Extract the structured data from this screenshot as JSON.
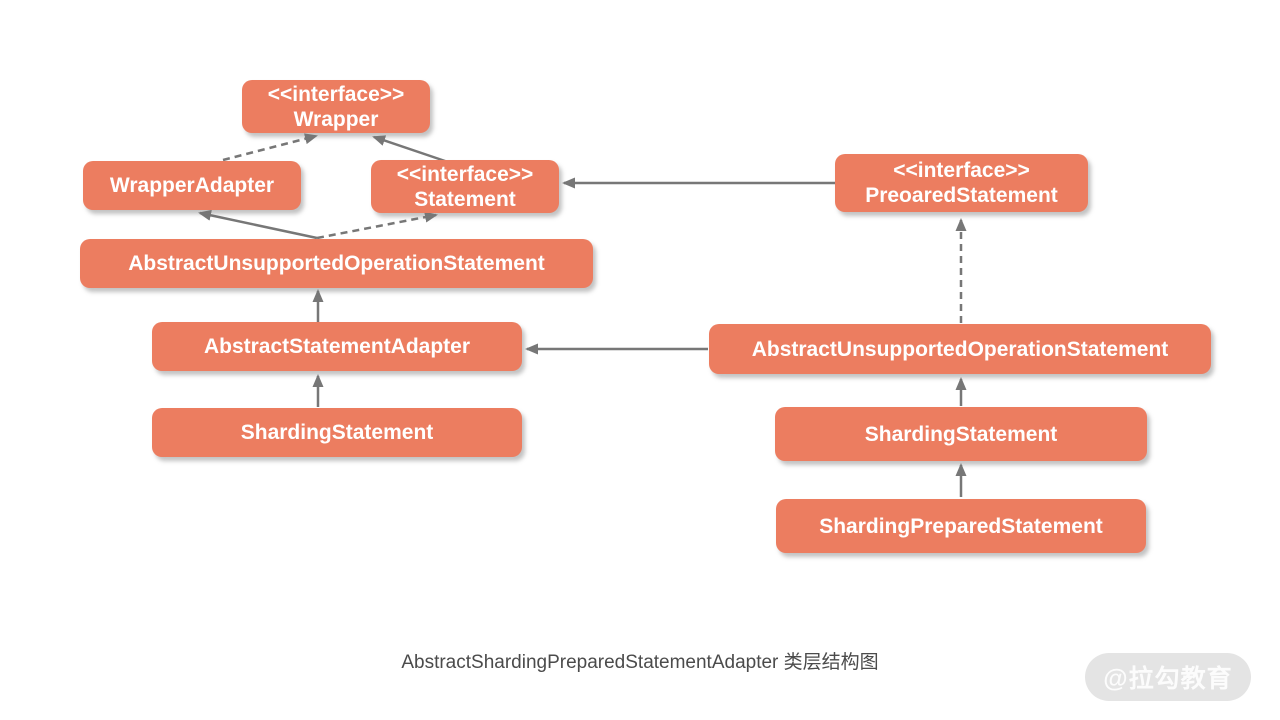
{
  "diagram": {
    "caption": "AbstractShardingPreparedStatementAdapter 类层结构图",
    "watermark": "@拉勾教育",
    "colors": {
      "node_fill": "#ec7d60",
      "node_text": "#ffffff",
      "edge_stroke": "#777777",
      "caption_text": "#4b4b4b",
      "watermark_bg": "#e4e4e4",
      "watermark_text": "#fcfcfc"
    },
    "nodes": [
      {
        "stereotype": "<<interface>>",
        "name": "Wrapper"
      },
      {
        "name": "WrapperAdapter"
      },
      {
        "stereotype": "<<interface>>",
        "name": "Statement"
      },
      {
        "stereotype": "<<interface>>",
        "name": "PreoaredStatement"
      },
      {
        "name": "AbstractUnsupportedOperationStatement"
      },
      {
        "name": "AbstractStatementAdapter"
      },
      {
        "name": "AbstractUnsupportedOperationStatement"
      },
      {
        "name": "ShardingStatement"
      },
      {
        "name": "ShardingStatement"
      },
      {
        "name": "ShardingPreparedStatement"
      }
    ],
    "edges": [
      {
        "from": "WrapperAdapter",
        "to": "Wrapper",
        "style": "dashed",
        "kind": "realization"
      },
      {
        "from": "Statement",
        "to": "Wrapper",
        "style": "solid",
        "kind": "generalization"
      },
      {
        "from": "PreoaredStatement",
        "to": "Statement",
        "style": "solid",
        "kind": "generalization"
      },
      {
        "from": "AbstractUnsupportedOperationStatement (left)",
        "to": "WrapperAdapter",
        "style": "solid",
        "kind": "generalization"
      },
      {
        "from": "AbstractUnsupportedOperationStatement (left)",
        "to": "Statement",
        "style": "dashed",
        "kind": "realization"
      },
      {
        "from": "AbstractStatementAdapter",
        "to": "AbstractUnsupportedOperationStatement (left)",
        "style": "solid",
        "kind": "generalization"
      },
      {
        "from": "AbstractUnsupportedOperationStatement (right)",
        "to": "AbstractStatementAdapter",
        "style": "solid",
        "kind": "generalization"
      },
      {
        "from": "AbstractUnsupportedOperationStatement (right)",
        "to": "PreoaredStatement",
        "style": "dashed",
        "kind": "realization"
      },
      {
        "from": "ShardingStatement (left)",
        "to": "AbstractStatementAdapter",
        "style": "solid",
        "kind": "generalization"
      },
      {
        "from": "ShardingStatement (right)",
        "to": "AbstractUnsupportedOperationStatement (right)",
        "style": "solid",
        "kind": "generalization"
      },
      {
        "from": "ShardingPreparedStatement",
        "to": "ShardingStatement (right)",
        "style": "solid",
        "kind": "generalization"
      }
    ]
  }
}
